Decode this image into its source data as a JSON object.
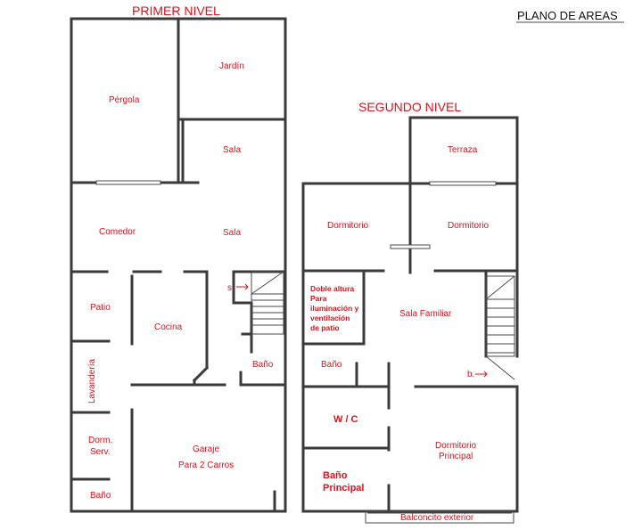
{
  "title": "PLANO DE AREAS",
  "first_floor": {
    "heading": "PRIMER NIVEL",
    "rooms": {
      "pergola": "Pérgola",
      "jardin": "Jardín",
      "sala_upper": "Sala",
      "comedor": "Comedor",
      "sala_lower": "Sala",
      "patio": "Patio",
      "cocina": "Cocina",
      "stair_mark": "s.",
      "bano_stair": "Baño",
      "lavanderia": "Lavandería",
      "dorm_serv_1": "Dorm.",
      "dorm_serv_2": "Serv.",
      "bano_serv": "Baño",
      "garaje": "Garaje",
      "garaje_note": "Para 2 Carros"
    }
  },
  "second_floor": {
    "heading": "SEGUNDO NIVEL",
    "rooms": {
      "terraza": "Terraza",
      "dormitorio_left": "Dormitorio",
      "dormitorio_right": "Dormitorio",
      "doble_altura": [
        "Doble altura",
        "Para",
        "iluminación y",
        "ventilación",
        "de patio"
      ],
      "sala_familiar": "Sala Familiar",
      "bano": "Baño",
      "stair_mark": "b.",
      "wc": "W / C",
      "dorm_principal_1": "Dormitorio",
      "dorm_principal_2": "Principal",
      "bano_principal_1": "Baño",
      "bano_principal_2": "Principal",
      "balconcito": "Balconcito exterior"
    }
  }
}
